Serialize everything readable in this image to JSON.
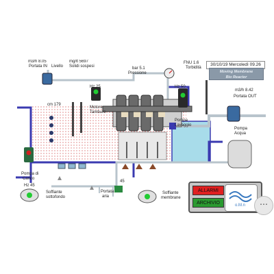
{
  "header": {
    "datetime": "30/10/19 Mercoledì 09.26",
    "title_line1": "Moving Membrane",
    "title_line2": "Bio Reactor"
  },
  "instruments": {
    "portata_in": {
      "value": "m3/h 8.05",
      "label": "Portata IN"
    },
    "livello": {
      "label": "Livello"
    },
    "solidi": {
      "value": "mg/lt 5697",
      "label": "Solidi sospesi"
    },
    "level_value": "cm 179",
    "motore": {
      "value": "Hz 25",
      "label1": "Motore",
      "label2": "Tamburo"
    },
    "pressione": {
      "value": "bar 5.1",
      "label": "Pressione"
    },
    "torbidita": {
      "value": "FNU 1.6",
      "label": "Torbidità"
    },
    "pompa_lavaggio": {
      "value": "Hz 50",
      "label1": "Pompa",
      "label2": "Lavaggio"
    },
    "portata_out": {
      "value": "m3/h 8.42",
      "label": "Portata OUT"
    },
    "pompa_acqua": {
      "label1": "Pompa",
      "label2": "Acqua"
    },
    "pompa_carico": {
      "label1": "Pompa di",
      "label2": "Carico"
    },
    "soffiante_sottofondo": {
      "value": "Hz 45",
      "label1": "Soffiante",
      "label2": "sottofondo"
    },
    "portata_aria": {
      "value": "45",
      "label1": "Portata",
      "label2": "aria"
    },
    "soffiante_membrane": {
      "label1": "Soffiante",
      "label2": "membrane"
    }
  },
  "buttons": {
    "allarmi": "ALLARMI",
    "archivio": "ARCHIVIO"
  },
  "logo": {
    "text": "o.M.n"
  },
  "colors": {
    "pipe_blue": "#3a3ab0",
    "pipe_grey": "#b8c4cc",
    "water": "#9fd8e8",
    "sludge_dots": "#d03030"
  }
}
